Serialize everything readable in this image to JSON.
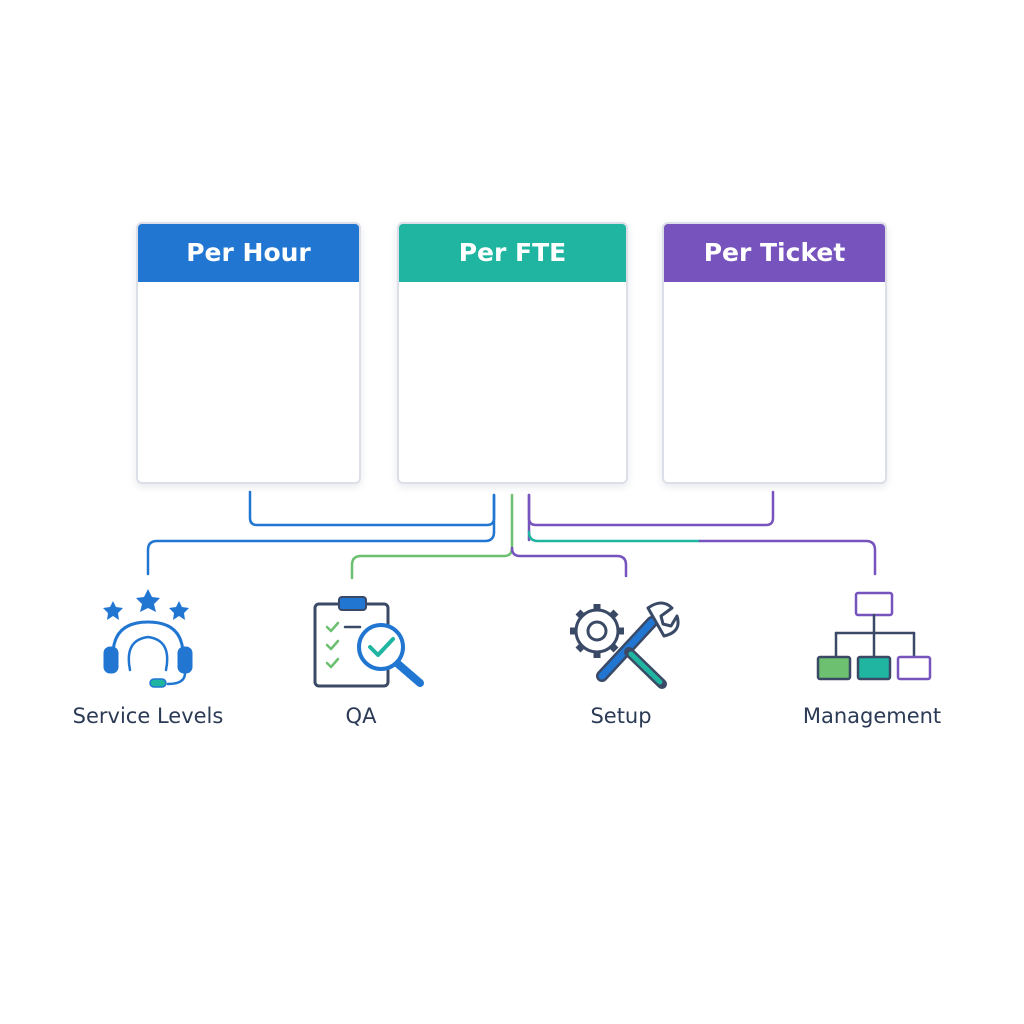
{
  "pricing_models": [
    {
      "label": "Per Hour",
      "color": "#2176d2"
    },
    {
      "label": "Per FTE",
      "color": "#20b5a0"
    },
    {
      "label": "Per Ticket",
      "color": "#7653bd"
    }
  ],
  "features": [
    {
      "label": "Service Levels",
      "icon": "headset-stars-icon"
    },
    {
      "label": "QA",
      "icon": "clipboard-magnifier-icon"
    },
    {
      "label": "Setup",
      "icon": "gear-wrench-icon"
    },
    {
      "label": "Management",
      "icon": "org-chart-icon"
    }
  ],
  "colors": {
    "blue": "#2176d2",
    "green": "#6cc070",
    "teal": "#20b5a0",
    "purple": "#7653bd",
    "navy": "#3a4a66",
    "text": "#2b3a55"
  }
}
